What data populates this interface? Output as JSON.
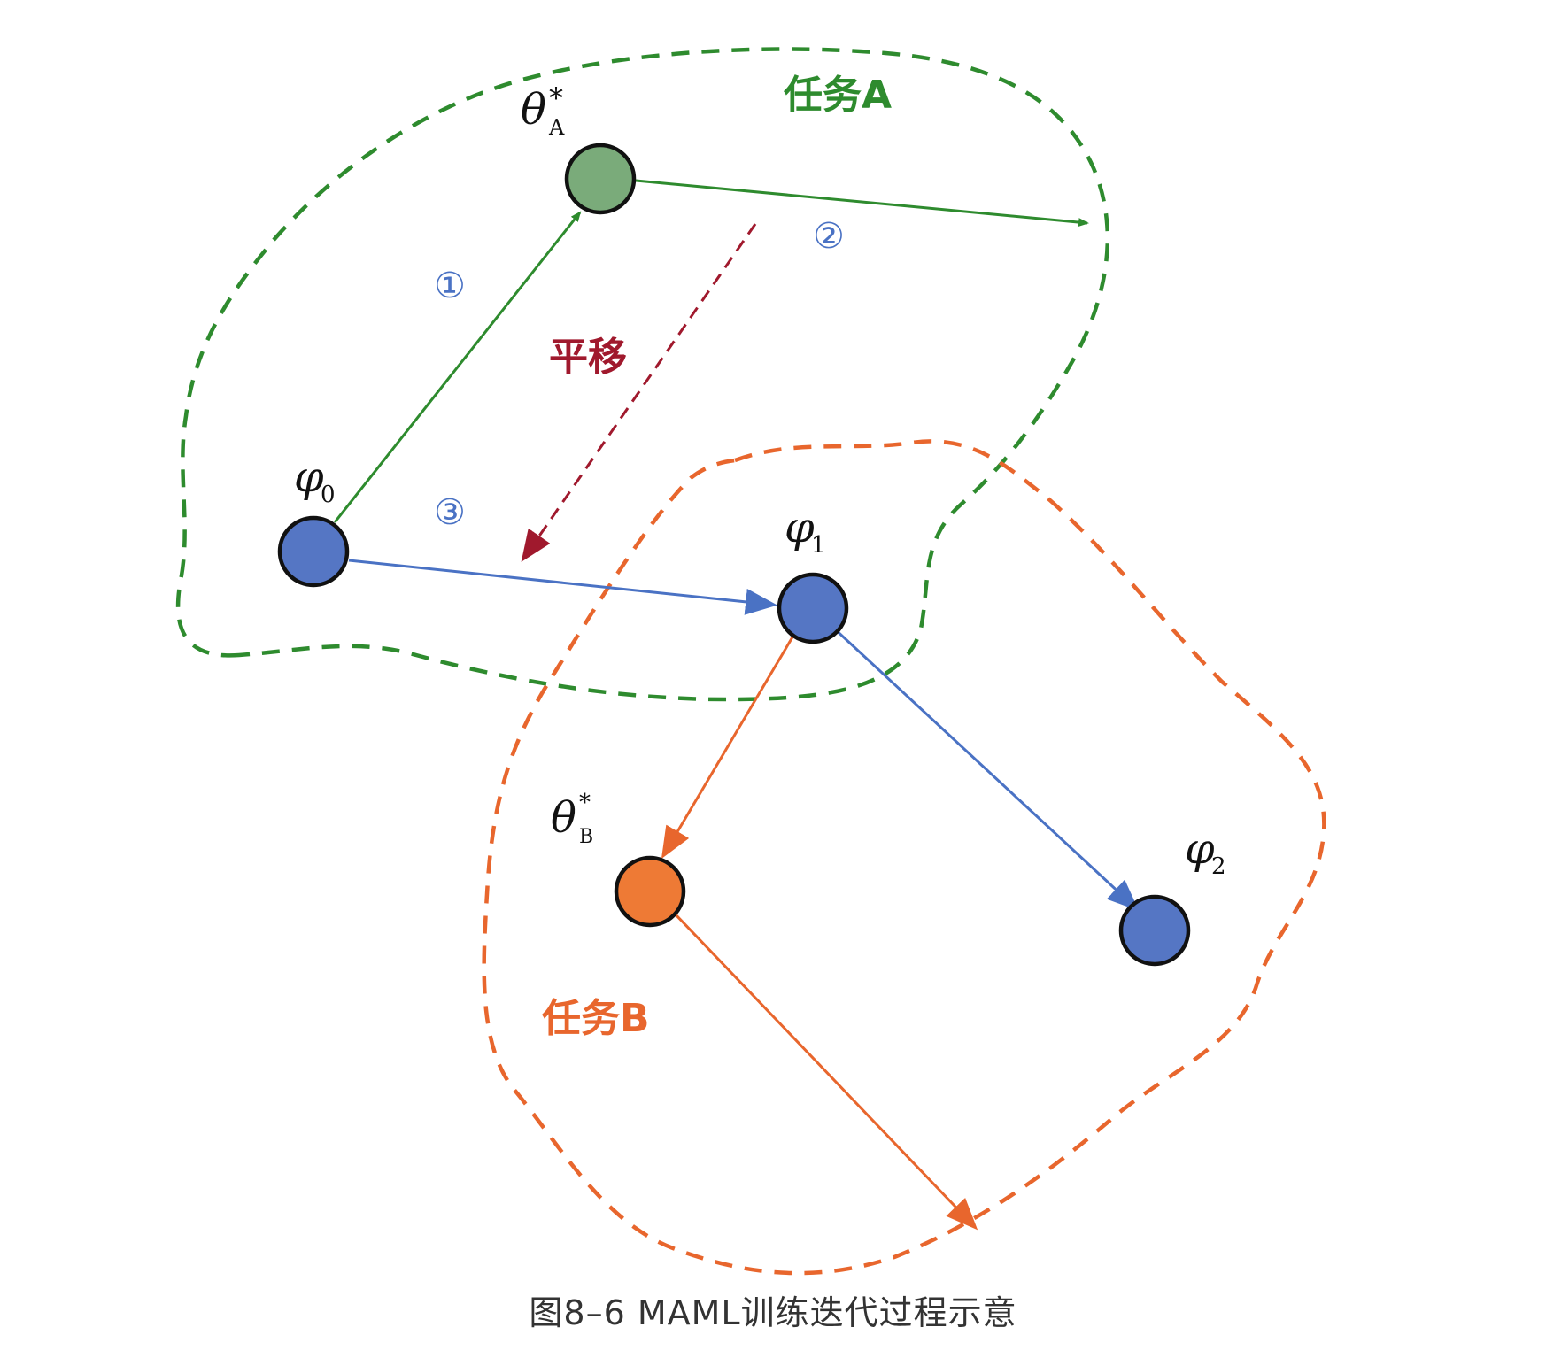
{
  "colors": {
    "task_a": "#2e8b2e",
    "task_b": "#e8662d",
    "blue": "#4a72c4",
    "node_blue": "#5576c4",
    "node_green": "#7aab7a",
    "node_orange": "#ee7a35",
    "translate": "#a0192d"
  },
  "labels": {
    "task_a": "任务A",
    "task_b": "任务B",
    "translate": "平移",
    "step1": "①",
    "step2": "②",
    "step3": "③"
  },
  "nodes": {
    "theta_a": {
      "symbol": "θ",
      "sub": "A",
      "sup": "*"
    },
    "theta_b": {
      "symbol": "θ",
      "sub": "B",
      "sup": "*"
    },
    "phi0": {
      "symbol": "φ",
      "sub": "0"
    },
    "phi1": {
      "symbol": "φ",
      "sub": "1"
    },
    "phi2": {
      "symbol": "φ",
      "sub": "2"
    }
  },
  "caption": "图8–6 MAML训练迭代过程示意"
}
